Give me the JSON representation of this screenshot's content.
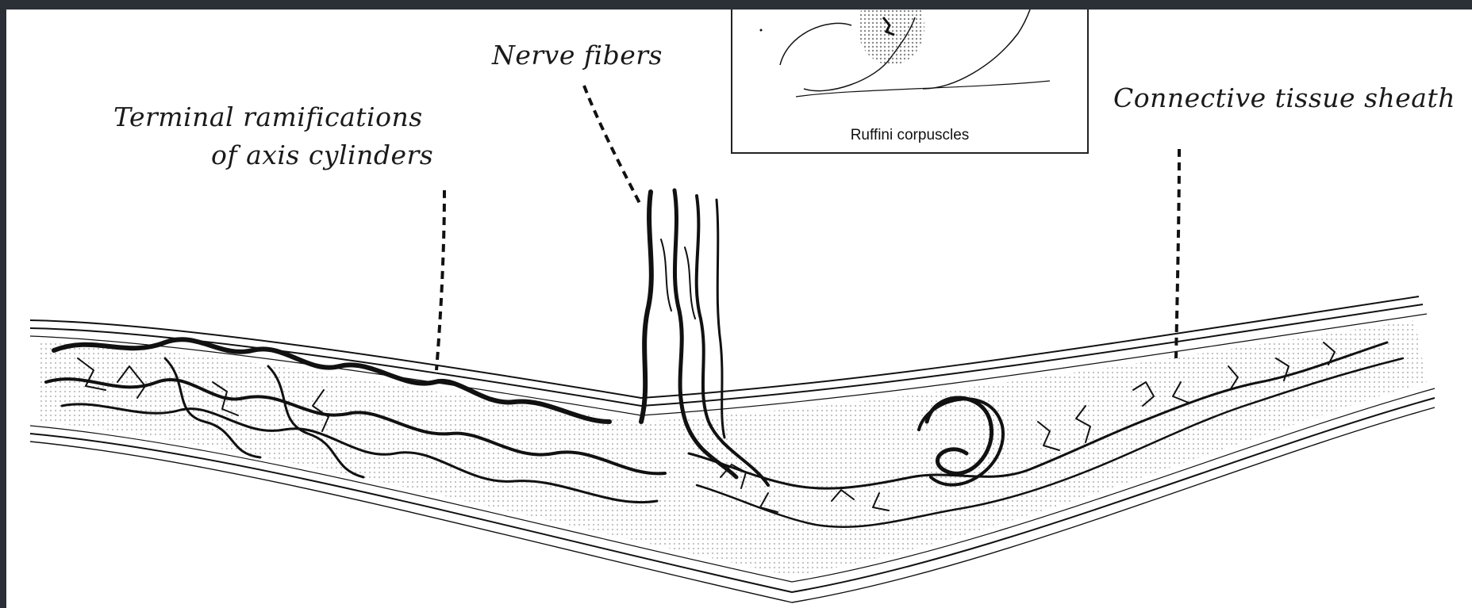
{
  "labels": {
    "nerve_fibers": "Nerve fibers",
    "terminal_line1": "Terminal ramifications",
    "terminal_line2": "of axis cylinders",
    "connective_sheath": "Connective tissue sheath"
  },
  "inset": {
    "caption": "Ruffini corpuscles"
  }
}
